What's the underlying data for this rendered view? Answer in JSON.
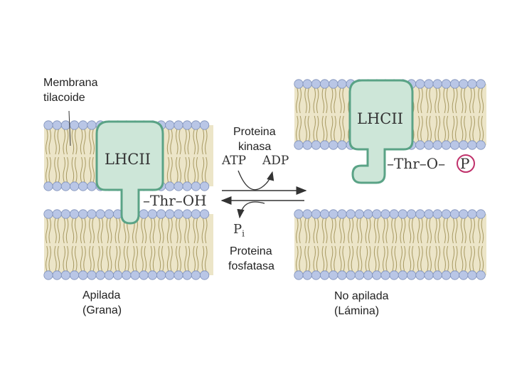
{
  "labels": {
    "membrane_line1": "Membrana",
    "membrane_line2": "tilacoide",
    "kinase_line1": "Proteina",
    "kinase_line2": "kinasa",
    "phosphatase_line1": "Proteina",
    "phosphatase_line2": "fosfatasa",
    "stacked_line1": "Apilada",
    "stacked_line2": "(Grana)",
    "unstacked_line1": "No apilada",
    "unstacked_line2": "(Lámina)"
  },
  "protein": {
    "left_name": "LHCII",
    "right_name": "LHCII",
    "left_residue": "–Thr–OH",
    "right_residue": "–Thr–O–",
    "phosphate": "P"
  },
  "reaction": {
    "atp": "ATP",
    "adp": "ADP",
    "pi_main": "P",
    "pi_sub": "i"
  },
  "colors": {
    "protein_fill": "#cde6d8",
    "protein_stroke": "#5aa386",
    "lipid_head": "#b9c6e6",
    "lipid_head_stroke": "#7d8fb8",
    "lipid_tail": "#a89a63",
    "membrane_bg": "#ece5c8",
    "phosphate_ring": "#c0316b"
  }
}
